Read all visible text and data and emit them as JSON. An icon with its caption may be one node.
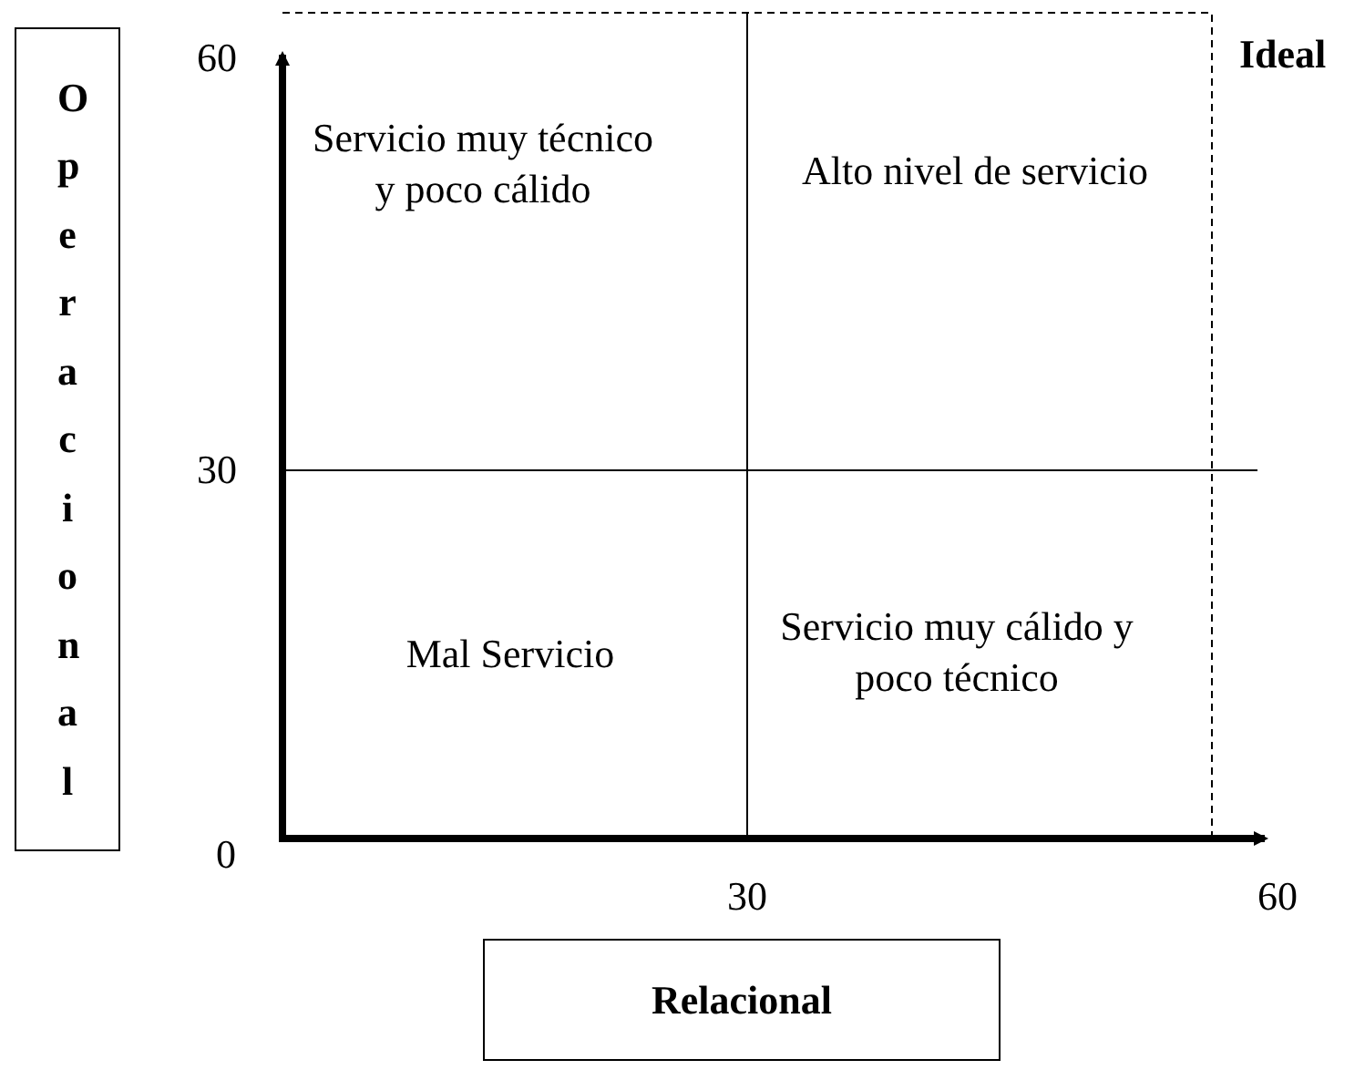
{
  "diagram": {
    "nodes": [
      {
        "text": [
          "Operacional"
        ]
      },
      {
        "text": [
          "Relacional"
        ]
      }
    ],
    "edges": [],
    "labels": [
      "60",
      "Ideal",
      "Servicio muy técnico y poco cálido",
      "Alto nivel de servicio",
      "30",
      "Mal Servicio",
      "Servicio muy cálido y poco técnico",
      "0",
      "30",
      "60"
    ]
  }
}
